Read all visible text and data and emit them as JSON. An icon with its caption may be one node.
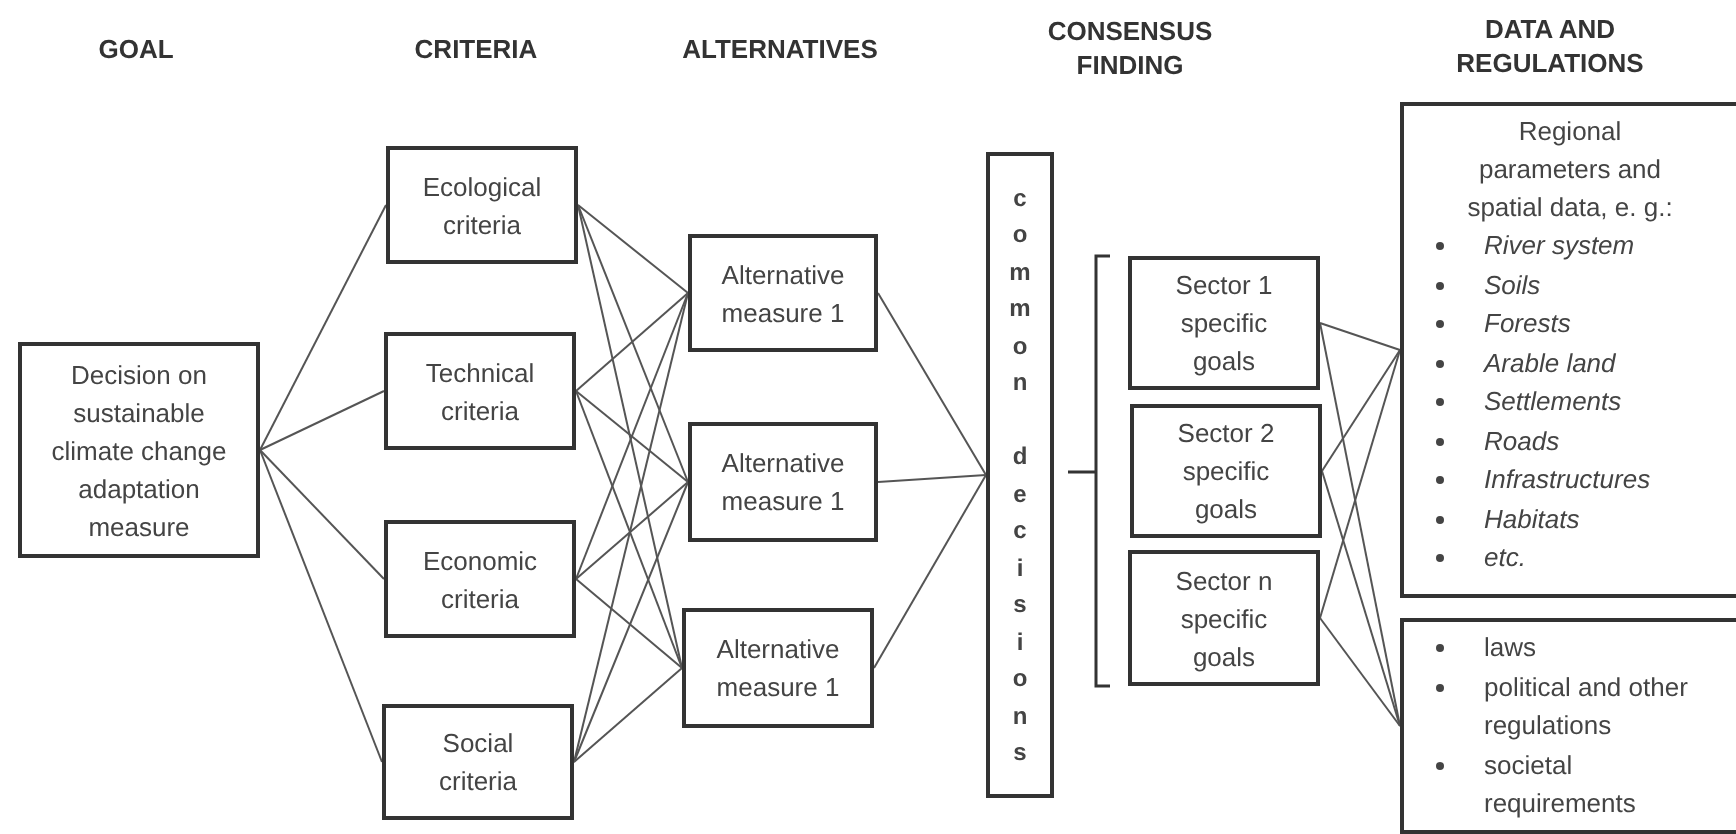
{
  "diagram": {
    "nodes": [
      {
        "text": [
          "Decision on sustainable climate change adaptation measure"
        ]
      },
      {
        "text": [
          "Ecological criteria"
        ]
      },
      {
        "text": [
          "Technical criteria"
        ]
      },
      {
        "text": [
          "Economic criteria"
        ]
      },
      {
        "text": [
          "Social criteria"
        ]
      },
      {
        "text": [
          "Alternative measure 1"
        ]
      },
      {
        "text": [
          "Alternative measure 1"
        ]
      },
      {
        "text": [
          "Alternative measure 1"
        ]
      },
      {
        "text": [
          "common decisions"
        ]
      },
      {
        "text": [
          "Sector 1 specific goals"
        ]
      },
      {
        "text": [
          "Sector 2 specific goals"
        ]
      },
      {
        "text": [
          "Sector n specific goals"
        ]
      },
      {
        "text": [
          "Regional parameters and spatial data, e. g.:",
          "River system",
          "Soils",
          "Forests",
          "Arable land",
          "Settlements",
          "Roads",
          "Infrastructures",
          "Habitats",
          "etc."
        ]
      },
      {
        "text": [
          "laws",
          "political and other regulations",
          "societal requirements"
        ]
      }
    ],
    "edges": [
      {
        "from": 0,
        "to": 1,
        "arrow": "none"
      },
      {
        "from": 0,
        "to": 2,
        "arrow": "none"
      },
      {
        "from": 0,
        "to": 3,
        "arrow": "none"
      },
      {
        "from": 0,
        "to": 4,
        "arrow": "none"
      },
      {
        "from": 1,
        "to": 5,
        "arrow": "none"
      },
      {
        "from": 1,
        "to": 6,
        "arrow": "none"
      },
      {
        "from": 1,
        "to": 7,
        "arrow": "none"
      },
      {
        "from": 2,
        "to": 5,
        "arrow": "none"
      },
      {
        "from": 2,
        "to": 6,
        "arrow": "none"
      },
      {
        "from": 2,
        "to": 7,
        "arrow": "none"
      },
      {
        "from": 3,
        "to": 5,
        "arrow": "none"
      },
      {
        "from": 3,
        "to": 6,
        "arrow": "none"
      },
      {
        "from": 3,
        "to": 7,
        "arrow": "none"
      },
      {
        "from": 4,
        "to": 5,
        "arrow": "none"
      },
      {
        "from": 4,
        "to": 6,
        "arrow": "none"
      },
      {
        "from": 4,
        "to": 7,
        "arrow": "none"
      },
      {
        "from": 5,
        "to": 8,
        "arrow": "none"
      },
      {
        "from": 6,
        "to": 8,
        "arrow": "none"
      },
      {
        "from": 7,
        "to": 8,
        "arrow": "none"
      },
      {
        "from": 9,
        "to": 12,
        "arrow": "none"
      },
      {
        "from": 9,
        "to": 13,
        "arrow": "none"
      },
      {
        "from": 10,
        "to": 12,
        "arrow": "none"
      },
      {
        "from": 10,
        "to": 13,
        "arrow": "none"
      },
      {
        "from": 11,
        "to": 12,
        "arrow": "none"
      },
      {
        "from": 11,
        "to": 13,
        "arrow": "none"
      }
    ],
    "labels": [
      "GOAL",
      "CRITERIA",
      "ALTERNATIVES",
      "CONSENSUS FINDING",
      "DATA AND REGULATIONS"
    ]
  }
}
